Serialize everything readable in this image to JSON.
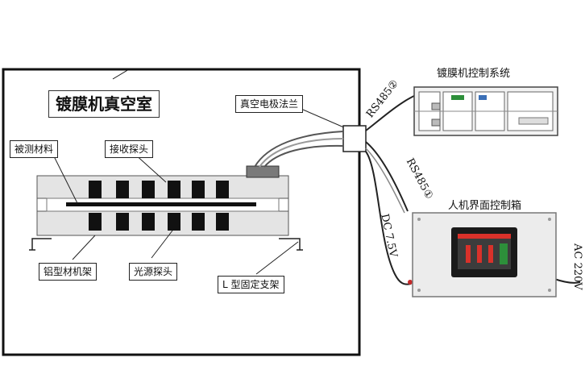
{
  "title": "镀膜机真空室",
  "labels": {
    "flange": "真空电极法兰",
    "sample": "被测材料",
    "receiver": "接收探头",
    "rack": "铝型材机架",
    "source": "光源探头",
    "bracket": "L 型固定支架",
    "control_system": "镀膜机控制系统",
    "hmi_box": "人机界面控制箱"
  },
  "links": {
    "rs485_2": "RS485②",
    "rs485_1": "RS485①",
    "dc": "DC 7.5V",
    "ac": "AC 220V"
  },
  "colors": {
    "outline": "#111111",
    "probe": "#111111",
    "rack": "#e4e4e4",
    "panel": "#ececec",
    "screen_bg": "#3c3c3c",
    "screen_bar": "#d9312a",
    "screen_accent": "#2d8f3a"
  }
}
